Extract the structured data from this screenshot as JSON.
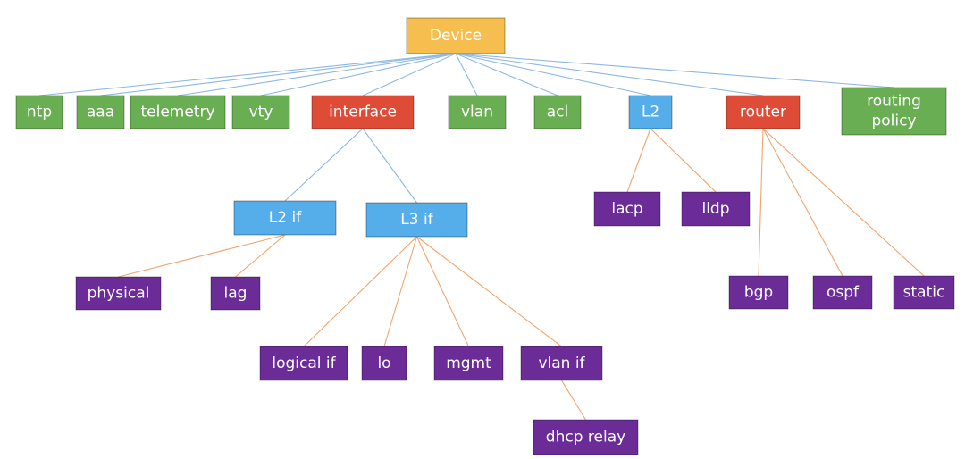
{
  "colors": {
    "root": "#F5BE4F",
    "config": "#6AAE53",
    "highlight": "#DE4B36",
    "layer": "#55ADEA",
    "leaf": "#6B2C98",
    "text_dark": "#ffffff",
    "edge_blue": "#8CB8E4",
    "edge_orange": "#F1A46D"
  },
  "nodes": [
    {
      "id": "device",
      "label": [
        "Device"
      ],
      "kind": "root"
    },
    {
      "id": "ntp",
      "label": [
        "ntp"
      ],
      "kind": "config"
    },
    {
      "id": "aaa",
      "label": [
        "aaa"
      ],
      "kind": "config"
    },
    {
      "id": "telemetry",
      "label": [
        "telemetry"
      ],
      "kind": "config"
    },
    {
      "id": "vty",
      "label": [
        "vty"
      ],
      "kind": "config"
    },
    {
      "id": "interface",
      "label": [
        "interface"
      ],
      "kind": "highlight"
    },
    {
      "id": "vlan",
      "label": [
        "vlan"
      ],
      "kind": "config"
    },
    {
      "id": "acl",
      "label": [
        "acl"
      ],
      "kind": "config"
    },
    {
      "id": "l2",
      "label": [
        "L2"
      ],
      "kind": "layer"
    },
    {
      "id": "router",
      "label": [
        "router"
      ],
      "kind": "highlight"
    },
    {
      "id": "routing-policy",
      "label": [
        "routing",
        "policy"
      ],
      "kind": "config"
    },
    {
      "id": "l2-if",
      "label": [
        "L2 if"
      ],
      "kind": "layer"
    },
    {
      "id": "l3-if",
      "label": [
        "L3 if"
      ],
      "kind": "layer"
    },
    {
      "id": "lacp",
      "label": [
        "lacp"
      ],
      "kind": "leaf"
    },
    {
      "id": "lldp",
      "label": [
        "lldp"
      ],
      "kind": "leaf"
    },
    {
      "id": "physical",
      "label": [
        "physical"
      ],
      "kind": "leaf"
    },
    {
      "id": "lag",
      "label": [
        "lag"
      ],
      "kind": "leaf"
    },
    {
      "id": "bgp",
      "label": [
        "bgp"
      ],
      "kind": "leaf"
    },
    {
      "id": "ospf",
      "label": [
        "ospf"
      ],
      "kind": "leaf"
    },
    {
      "id": "static",
      "label": [
        "static"
      ],
      "kind": "leaf"
    },
    {
      "id": "logical-if",
      "label": [
        "logical if"
      ],
      "kind": "leaf"
    },
    {
      "id": "lo",
      "label": [
        "lo"
      ],
      "kind": "leaf"
    },
    {
      "id": "mgmt",
      "label": [
        "mgmt"
      ],
      "kind": "leaf"
    },
    {
      "id": "vlan-if",
      "label": [
        "vlan if"
      ],
      "kind": "leaf"
    },
    {
      "id": "dhcp-relay",
      "label": [
        "dhcp relay"
      ],
      "kind": "leaf"
    }
  ],
  "edges": [
    {
      "from": "device",
      "to": "ntp",
      "style": "blue"
    },
    {
      "from": "device",
      "to": "aaa",
      "style": "blue"
    },
    {
      "from": "device",
      "to": "telemetry",
      "style": "blue"
    },
    {
      "from": "device",
      "to": "vty",
      "style": "blue"
    },
    {
      "from": "device",
      "to": "interface",
      "style": "blue"
    },
    {
      "from": "device",
      "to": "vlan",
      "style": "blue"
    },
    {
      "from": "device",
      "to": "acl",
      "style": "blue"
    },
    {
      "from": "device",
      "to": "l2",
      "style": "blue"
    },
    {
      "from": "device",
      "to": "router",
      "style": "blue"
    },
    {
      "from": "device",
      "to": "routing-policy",
      "style": "blue"
    },
    {
      "from": "interface",
      "to": "l2-if",
      "style": "blue"
    },
    {
      "from": "interface",
      "to": "l3-if",
      "style": "blue"
    },
    {
      "from": "l2",
      "to": "lacp",
      "style": "orange"
    },
    {
      "from": "l2",
      "to": "lldp",
      "style": "orange"
    },
    {
      "from": "router",
      "to": "bgp",
      "style": "orange"
    },
    {
      "from": "router",
      "to": "ospf",
      "style": "orange"
    },
    {
      "from": "router",
      "to": "static",
      "style": "orange"
    },
    {
      "from": "l2-if",
      "to": "physical",
      "style": "orange"
    },
    {
      "from": "l2-if",
      "to": "lag",
      "style": "orange"
    },
    {
      "from": "l3-if",
      "to": "logical-if",
      "style": "orange"
    },
    {
      "from": "l3-if",
      "to": "lo",
      "style": "orange"
    },
    {
      "from": "l3-if",
      "to": "mgmt",
      "style": "orange"
    },
    {
      "from": "l3-if",
      "to": "vlan-if",
      "style": "orange"
    },
    {
      "from": "vlan-if",
      "to": "dhcp-relay",
      "style": "orange"
    }
  ]
}
